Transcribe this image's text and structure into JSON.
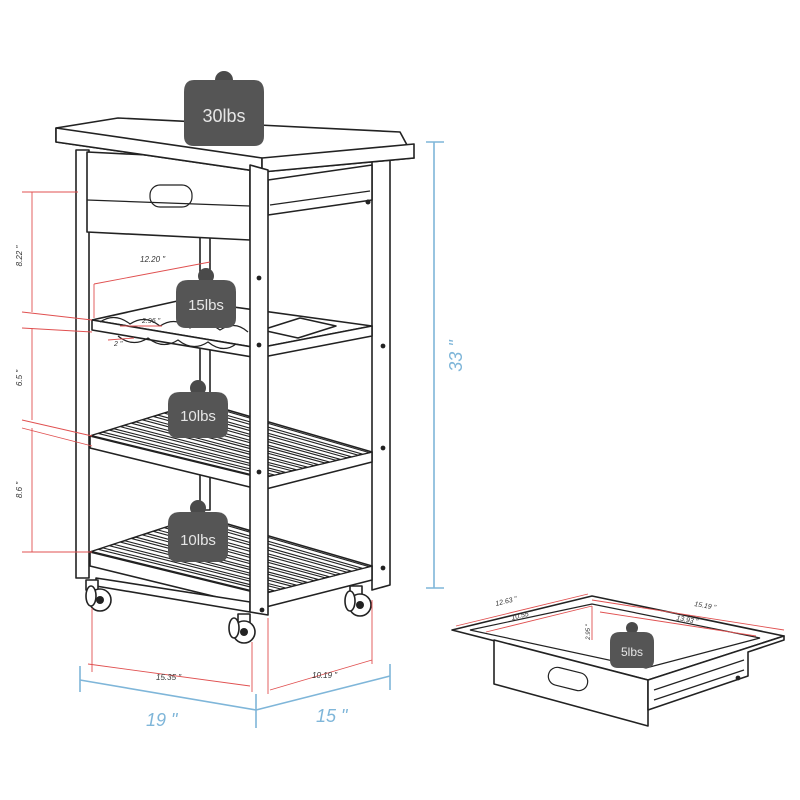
{
  "weights": {
    "top": "30lbs",
    "wine_shelf": "15lbs",
    "middle_shelf": "10lbs",
    "bottom_shelf": "10lbs",
    "drawer": "5lbs"
  },
  "dimensions": {
    "drawer_to_shelf_height": "8.22 \"",
    "shelf_gap_upper": "6.5 \"",
    "shelf_gap_lower": "8.6 \"",
    "wine_rack_width": "12.20 \"",
    "bottle_spacing": "2.96 \"",
    "bottle_depth": "2 \"",
    "inner_width": "15.35 \"",
    "inner_depth": "10.19 \"",
    "overall_width": "19 \"",
    "overall_depth": "15 \"",
    "overall_height": "33 \"",
    "drawer_outer_depth": "12.63 \"",
    "drawer_inner_depth": "10.55 \"",
    "drawer_height": "2.95 \"",
    "drawer_outer_width": "15.19 \"",
    "drawer_inner_width": "13.93 \""
  },
  "colors": {
    "outline": "#222222",
    "dimension_red": "#e05050",
    "dimension_blue": "#7fb6d9",
    "weight_body": "#555555"
  }
}
